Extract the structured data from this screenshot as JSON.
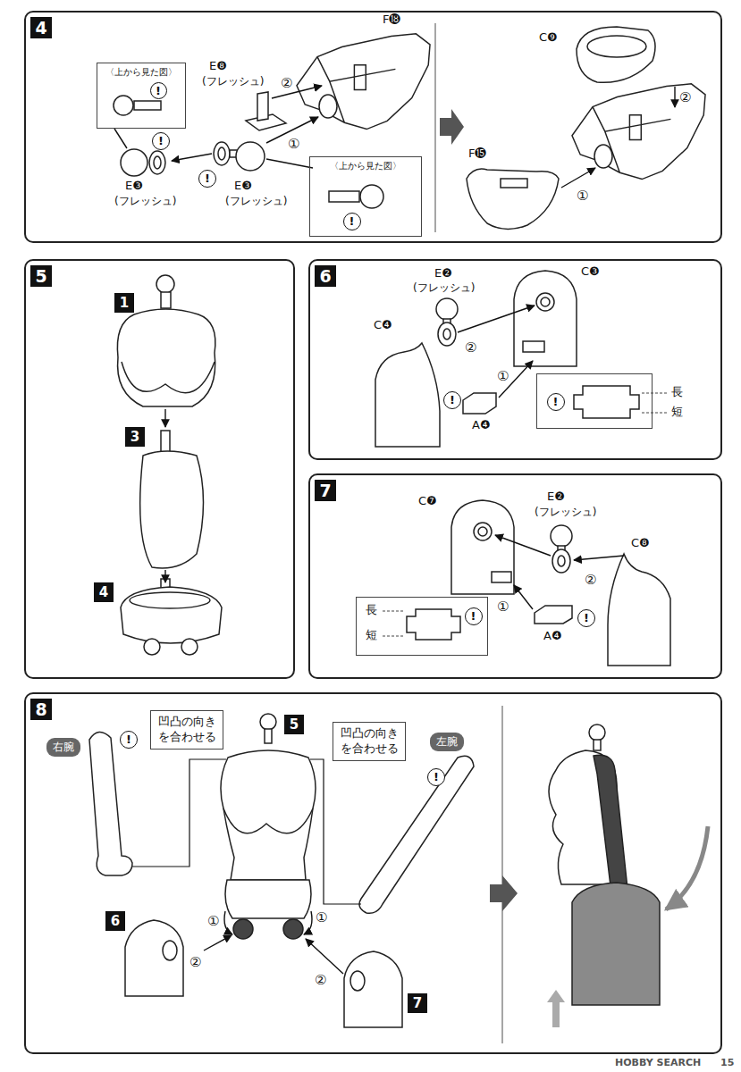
{
  "diagram": {
    "nodes": [
      {
        "text": [
          "4"
        ]
      },
      {
        "text": [
          "〈上から見た図〉"
        ],
        "in": 0
      },
      {
        "text": [
          "!"
        ],
        "in": 1
      },
      {
        "text": [
          "!"
        ],
        "in": 0
      },
      {
        "text": [
          "!"
        ],
        "in": 0
      },
      {
        "text": [
          "〈上から見た図〉"
        ],
        "in": 0
      },
      {
        "text": [
          "!"
        ],
        "in": 5
      },
      {
        "text": [
          "5"
        ]
      },
      {
        "text": [
          "1"
        ],
        "in": 7
      },
      {
        "text": [
          "3"
        ],
        "in": 7
      },
      {
        "text": [
          "4"
        ],
        "in": 7
      },
      {
        "text": [
          "6"
        ]
      },
      {
        "text": [
          "!"
        ],
        "in": 11
      },
      {
        "text": [
          "長",
          "短"
        ],
        "in": 11
      },
      {
        "text": [
          "!"
        ],
        "in": 13
      },
      {
        "text": [
          "7"
        ]
      },
      {
        "text": [
          "長",
          "短"
        ],
        "in": 15
      },
      {
        "text": [
          "!"
        ],
        "in": 16
      },
      {
        "text": [
          "!"
        ],
        "in": 15
      },
      {
        "text": [
          "8"
        ]
      },
      {
        "text": [
          "右腕"
        ],
        "in": 19
      },
      {
        "text": [
          "!"
        ],
        "in": 19
      },
      {
        "text": [
          "凹凸の向きを合わせる"
        ],
        "in": 19
      },
      {
        "text": [
          "5"
        ],
        "in": 19
      },
      {
        "text": [
          "凹凸の向きを合わせる"
        ],
        "in": 19
      },
      {
        "text": [
          "左腕"
        ],
        "in": 19
      },
      {
        "text": [
          "!"
        ],
        "in": 19
      },
      {
        "text": [
          "6"
        ],
        "in": 19
      },
      {
        "text": [
          "7"
        ],
        "in": 19
      }
    ],
    "labels": [
      "E❽",
      "(フレッシュ)",
      "F⓲",
      "②",
      "①",
      "E❸",
      "(フレッシュ)",
      "E❸",
      "(フレッシュ)",
      "C❾",
      "②",
      "F⓯",
      "①",
      "E❷",
      "(フレッシュ)",
      "C❸",
      "C❹",
      "②",
      "①",
      "A❹",
      "C❼",
      "E❷",
      "(フレッシュ)",
      "C❽",
      "②",
      "①",
      "A❹",
      "①",
      "②",
      "①",
      "②",
      "HOBBY SEARCH",
      "15"
    ]
  }
}
